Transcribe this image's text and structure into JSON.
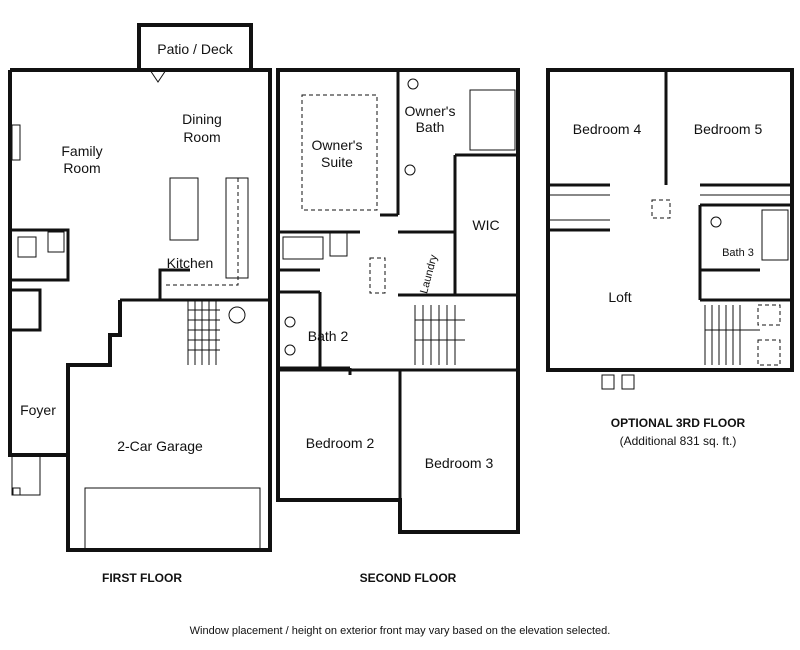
{
  "first_floor": {
    "caption": "FIRST FLOOR",
    "rooms": {
      "patio": "Patio / Deck",
      "dining_1": "Dining",
      "dining_2": "Room",
      "family_1": "Family",
      "family_2": "Room",
      "kitchen": "Kitchen",
      "foyer": "Foyer",
      "garage": "2-Car Garage"
    }
  },
  "second_floor": {
    "caption": "SECOND FLOOR",
    "rooms": {
      "owners_suite_1": "Owner's",
      "owners_suite_2": "Suite",
      "owners_bath_1": "Owner's",
      "owners_bath_2": "Bath",
      "wic": "WIC",
      "laundry": "Laundry",
      "bath2": "Bath 2",
      "bedroom2": "Bedroom 2",
      "bedroom3": "Bedroom 3"
    }
  },
  "third_floor": {
    "caption": "OPTIONAL 3RD FLOOR",
    "subcaption": "(Additional 831 sq. ft.)",
    "rooms": {
      "bedroom4": "Bedroom 4",
      "bedroom5": "Bedroom 5",
      "bath3": "Bath 3",
      "loft": "Loft"
    }
  },
  "footer_note": "Window placement / height on exterior front may vary based on the elevation selected."
}
